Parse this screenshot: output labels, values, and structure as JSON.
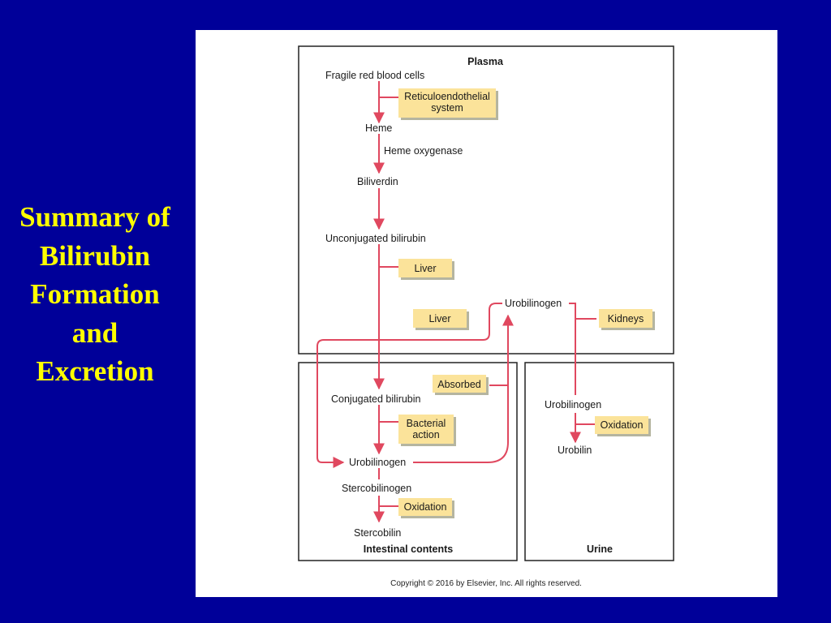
{
  "slide": {
    "title_lines": [
      "Summary of",
      "Bilirubin",
      "Formation",
      "and",
      "Excretion"
    ],
    "colors": {
      "background": "#000099",
      "title": "#ffff00",
      "arrow": "#e0485f",
      "label_fill": "#fbe39a"
    }
  },
  "figure": {
    "regions": {
      "plasma": "Plasma",
      "intestinal": "Intestinal contents",
      "urine": "Urine"
    },
    "nodes": {
      "fragile_rbc": "Fragile red blood cells",
      "heme": "Heme",
      "biliverdin": "Biliverdin",
      "unconjugated": "Unconjugated bilirubin",
      "urobilinogen_plasma": "Urobilinogen",
      "conjugated": "Conjugated bilirubin",
      "urobilinogen_intestine": "Urobilinogen",
      "stercobilinogen": "Stercobilinogen",
      "stercobilin": "Stercobilin",
      "urobilinogen_urine": "Urobilinogen",
      "urobilin": "Urobilin"
    },
    "labels": {
      "reticulo_line1": "Reticuloendothelial",
      "reticulo_line2": "system",
      "heme_oxygenase": "Heme oxygenase",
      "liver_1": "Liver",
      "liver_2": "Liver",
      "kidneys": "Kidneys",
      "absorbed": "Absorbed",
      "bacterial_line1": "Bacterial",
      "bacterial_line2": "action",
      "oxidation_intestine": "Oxidation",
      "oxidation_urine": "Oxidation"
    },
    "copyright": "Copyright © 2016 by Elsevier, Inc. All rights reserved."
  }
}
